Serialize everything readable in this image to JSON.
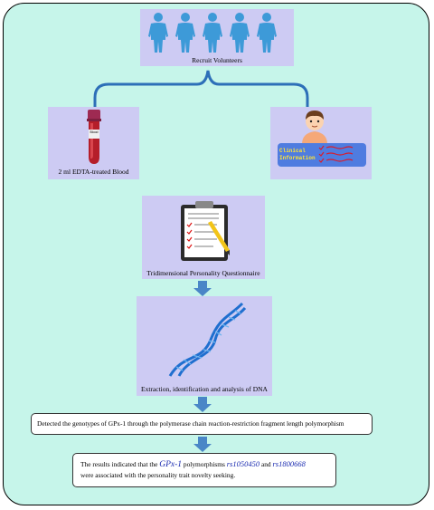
{
  "steps": {
    "recruit": "Recruit Volunteers",
    "blood": "2 ml EDTA-treated Blood",
    "clinical_line1": "Clinical",
    "clinical_line2": "Information",
    "tube_label": "Blood",
    "questionnaire": "Tridimensional Personality Questionnaire",
    "dna": "Extraction, identification and analysis of DNA",
    "genotype": "Detected the genotypes of GPx-1 through the polymerase chain reaction-restriction fragment length polymorphism"
  },
  "result": {
    "prefix": "The results indicated that the ",
    "gene": "GPx-1",
    "mid1": " polymorphisms ",
    "snp1": "rs1050450",
    "mid2": " and ",
    "snp2": "rs1800668",
    "line2": "were associated with the personality trait novelty seeking."
  },
  "colors": {
    "background": "#c6f5ea",
    "panel": "#cdcbf3",
    "people": "#3d9ad8",
    "arrow": "#4a86c7",
    "connector": "#2d6fb8"
  }
}
